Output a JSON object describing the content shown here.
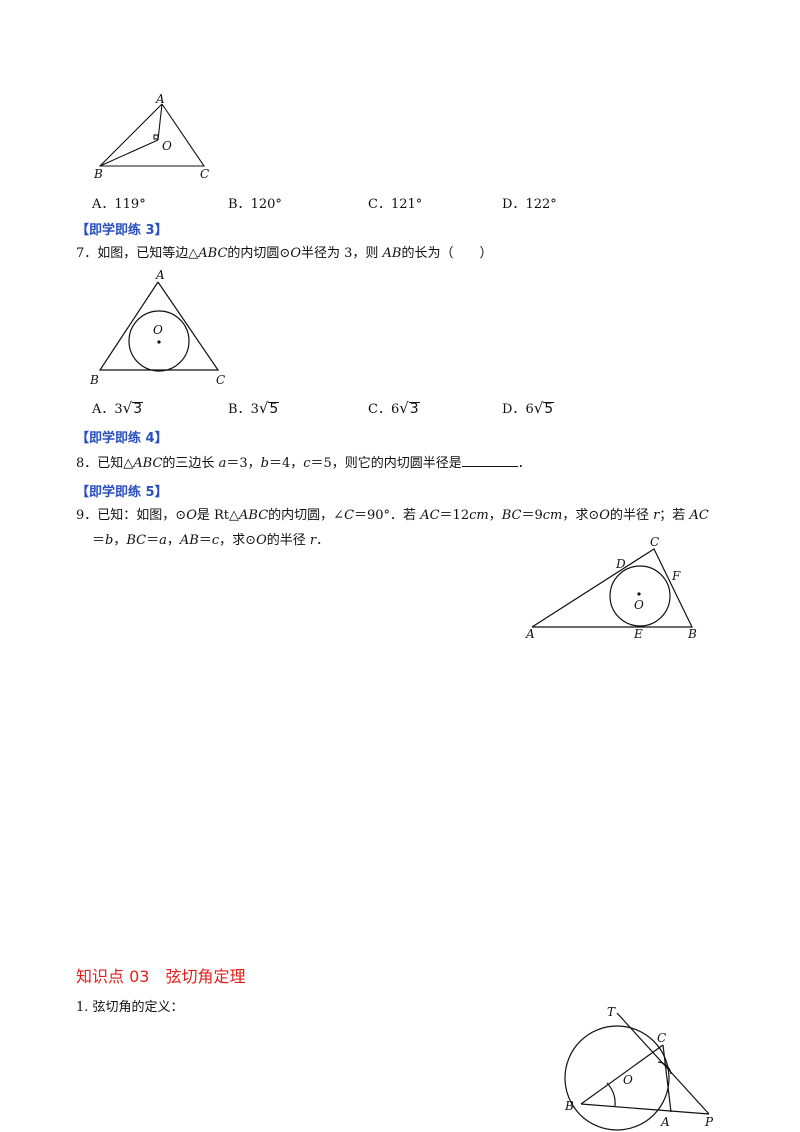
{
  "q6": {
    "options": [
      {
        "letter": "A．",
        "value": "119°"
      },
      {
        "letter": "B．",
        "value": "120°"
      },
      {
        "letter": "C．",
        "value": "121°"
      },
      {
        "letter": "D．",
        "value": "122°"
      }
    ],
    "figure_labels": {
      "A": "A",
      "O": "O",
      "B": "B",
      "C": "C"
    }
  },
  "practice3": {
    "label": "【即学即练 3】"
  },
  "q7": {
    "number": "7．",
    "text_a": "如图，已知等边△",
    "abc": "ABC",
    "text_b": "的内切圆⊙",
    "o": "O",
    "text_c": "半径为 3，则 ",
    "ab": "AB",
    "text_d": "的长为（　　）",
    "options": [
      {
        "letter": "A．",
        "coef": "3",
        "rad": "3"
      },
      {
        "letter": "B．",
        "coef": "3",
        "rad": "5"
      },
      {
        "letter": "C．",
        "coef": "6",
        "rad": "3"
      },
      {
        "letter": "D．",
        "coef": "6",
        "rad": "5"
      }
    ],
    "figure_labels": {
      "A": "A",
      "O": "O",
      "B": "B",
      "C": "C"
    }
  },
  "practice4": {
    "label": "【即学即练 4】"
  },
  "q8": {
    "number": "8．",
    "text_a": "已知△",
    "abc": "ABC",
    "text_b": "的三边长 ",
    "a": "a",
    "eq_a": "＝3，",
    "b": "b",
    "eq_b": "＝4，",
    "c": "c",
    "eq_c": "＝5，则它的内切圆半径是",
    "end": "．"
  },
  "practice5": {
    "label": "【即学即练 5】"
  },
  "q9": {
    "number": "9．",
    "line1_a": "已知：如图，⊙",
    "o": "O",
    "line1_b": "是 Rt△",
    "abc": "ABC",
    "line1_c": "的内切圆，∠",
    "c": "C",
    "line1_d": "＝90°．若 ",
    "ac": "AC",
    "line1_e": "＝12",
    "cm": "cm",
    "line1_f": "，",
    "bc": "BC",
    "line1_g": "＝9",
    "line1_h": "，求⊙",
    "line1_i": "的半径 ",
    "r": "r",
    "line1_j": "；若 ",
    "line2_a": "＝",
    "b": "b",
    "line2_b": "，",
    "line2_c": "＝",
    "a": "a",
    "line2_d": "，",
    "ab": "AB",
    "line2_e": "＝",
    "cc": "c",
    "line2_f": "，求⊙",
    "line2_g": "的半径 ",
    "line2_h": "．",
    "figure_labels": {
      "C": "C",
      "D": "D",
      "F": "F",
      "O": "O",
      "A": "A",
      "E": "E",
      "B": "B"
    }
  },
  "section": {
    "title": "知识点 03　弦切角定理"
  },
  "p1": {
    "text": "1. 弦切角的定义：",
    "figure_labels": {
      "T": "T",
      "C": "C",
      "O": "O",
      "B": "B",
      "A": "A",
      "P": "P"
    }
  }
}
